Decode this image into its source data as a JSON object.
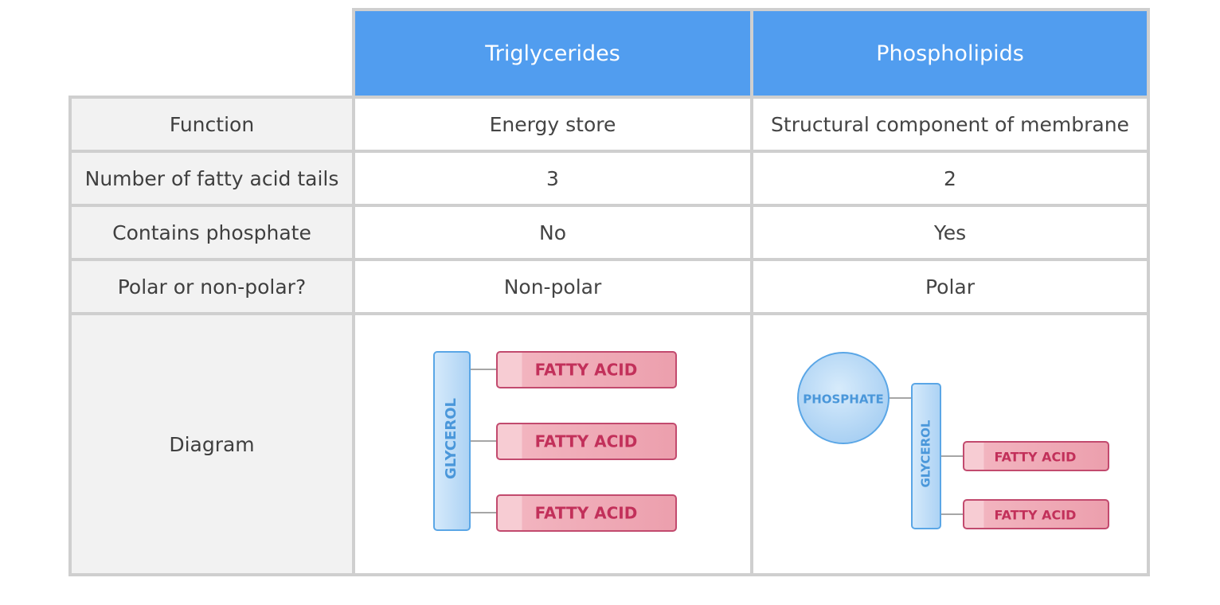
{
  "header": {
    "col1": "Triglycerides",
    "col2": "Phospholipids"
  },
  "rows": [
    {
      "label": "Function",
      "triglycerides": "Energy store",
      "phospholipids": "Structural component of membrane"
    },
    {
      "label": "Number of fatty acid tails",
      "triglycerides": "3",
      "phospholipids": "2"
    },
    {
      "label": "Contains phosphate",
      "triglycerides": "No",
      "phospholipids": "Yes"
    },
    {
      "label": "Polar or non-polar?",
      "triglycerides": "Non-polar",
      "phospholipids": "Polar"
    }
  ],
  "diagram_row": {
    "label": "Diagram",
    "triglyceride": {
      "glycerol": "GLYCEROL",
      "fatty_acids": [
        "FATTY ACID",
        "FATTY ACID",
        "FATTY ACID"
      ]
    },
    "phospholipid": {
      "phosphate": "PHOSPHATE",
      "glycerol": "GLYCEROL",
      "fatty_acids": [
        "FATTY ACID",
        "FATTY ACID"
      ]
    }
  },
  "colors": {
    "header_bg": "#519def",
    "row_label_bg": "#f2f2f2",
    "border": "#cfcfcf",
    "glycerol_fill": "#bfdcf7",
    "glycerol_stroke": "#5aa6e6",
    "fatty_acid_fill": "#f3b8c1",
    "fatty_acid_stroke": "#c24a6e",
    "fatty_acid_text": "#c2305a",
    "phosphate_fill": "#c4e0f8"
  }
}
